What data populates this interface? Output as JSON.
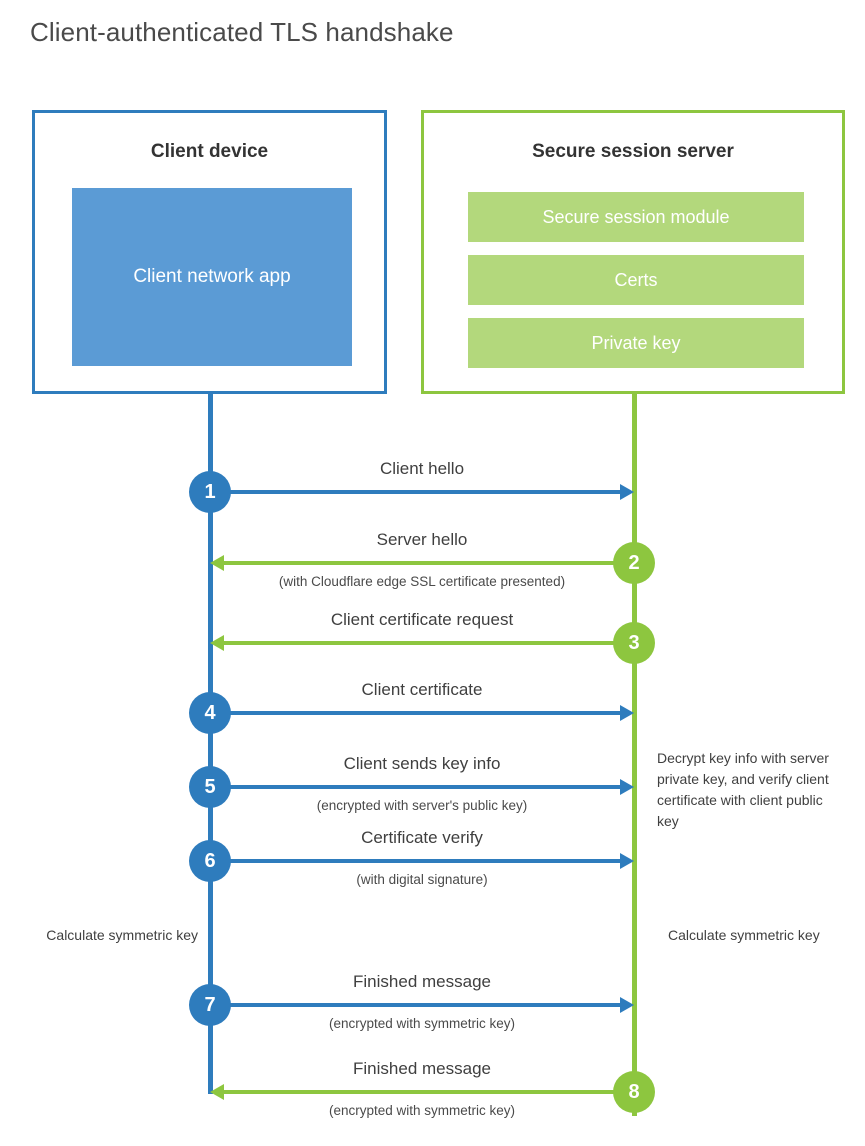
{
  "title": "Client-authenticated TLS handshake",
  "colors": {
    "client_accent": "#2e7cbd",
    "server_accent": "#8dc63f",
    "client_app_fill": "#5b9bd5",
    "server_bar_fill": "#b3d87c",
    "text": "#3f3f3f"
  },
  "parties": {
    "client": {
      "title": "Client device",
      "app_label": "Client network app"
    },
    "server": {
      "title": "Secure session server",
      "modules": [
        "Secure session module",
        "Certs",
        "Private key"
      ]
    }
  },
  "notes": {
    "decrypt": "Decrypt key info with server private key, and verify client certificate with client public key",
    "client_symmetric_key": "Calculate symmetric key",
    "server_symmetric_key": "Calculate symmetric key"
  },
  "steps": [
    {
      "number": "1",
      "label": "Client hello",
      "sublabel": "",
      "direction": "client-to-server",
      "color": "blue"
    },
    {
      "number": "2",
      "label": "Server hello",
      "sublabel": "(with Cloudflare edge SSL certificate presented)",
      "direction": "server-to-client",
      "color": "green"
    },
    {
      "number": "3",
      "label": "Client certificate request",
      "sublabel": "",
      "direction": "server-to-client",
      "color": "green"
    },
    {
      "number": "4",
      "label": "Client certificate",
      "sublabel": "",
      "direction": "client-to-server",
      "color": "blue"
    },
    {
      "number": "5",
      "label": "Client sends key info",
      "sublabel": "(encrypted with server's public key)",
      "direction": "client-to-server",
      "color": "blue"
    },
    {
      "number": "6",
      "label": "Certificate verify",
      "sublabel": "(with digital signature)",
      "direction": "client-to-server",
      "color": "blue"
    },
    {
      "number": "7",
      "label": "Finished message",
      "sublabel": "(encrypted with symmetric key)",
      "direction": "client-to-server",
      "color": "blue"
    },
    {
      "number": "8",
      "label": "Finished message",
      "sublabel": "(encrypted with symmetric key)",
      "direction": "server-to-client",
      "color": "green"
    }
  ]
}
